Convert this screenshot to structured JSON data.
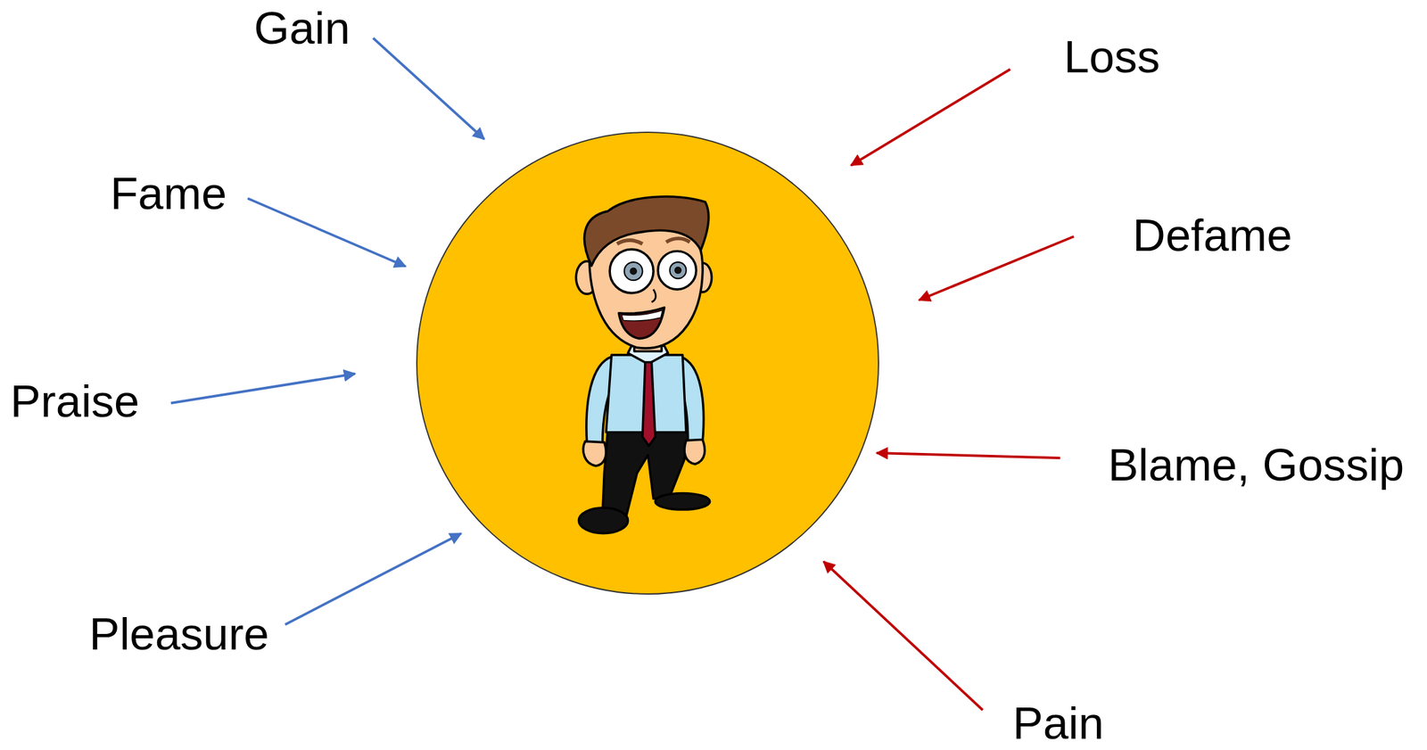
{
  "diagram": {
    "labels": [
      "Gain",
      "Fame",
      "Praise",
      "Pleasure",
      "Loss",
      "Defame",
      "Blame, Gossip",
      "Pain"
    ]
  }
}
